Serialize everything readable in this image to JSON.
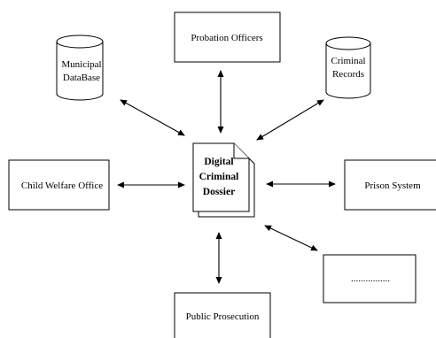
{
  "nodes": {
    "probation": {
      "label": "Probation Officers"
    },
    "municipal": {
      "lines": [
        "Municipal",
        "DataBase"
      ]
    },
    "criminal_records": {
      "lines": [
        "Criminal",
        "Records"
      ]
    },
    "child_welfare": {
      "label": "Child Welfare Office"
    },
    "dossier": {
      "lines": [
        "Digital",
        "Criminal",
        "Dossier"
      ]
    },
    "prison": {
      "label": "Prison System"
    },
    "unnamed": {
      "label": "................"
    },
    "public_prosecution": {
      "label": "Public Prosecution"
    }
  },
  "connectors": [
    "bidirectional"
  ]
}
